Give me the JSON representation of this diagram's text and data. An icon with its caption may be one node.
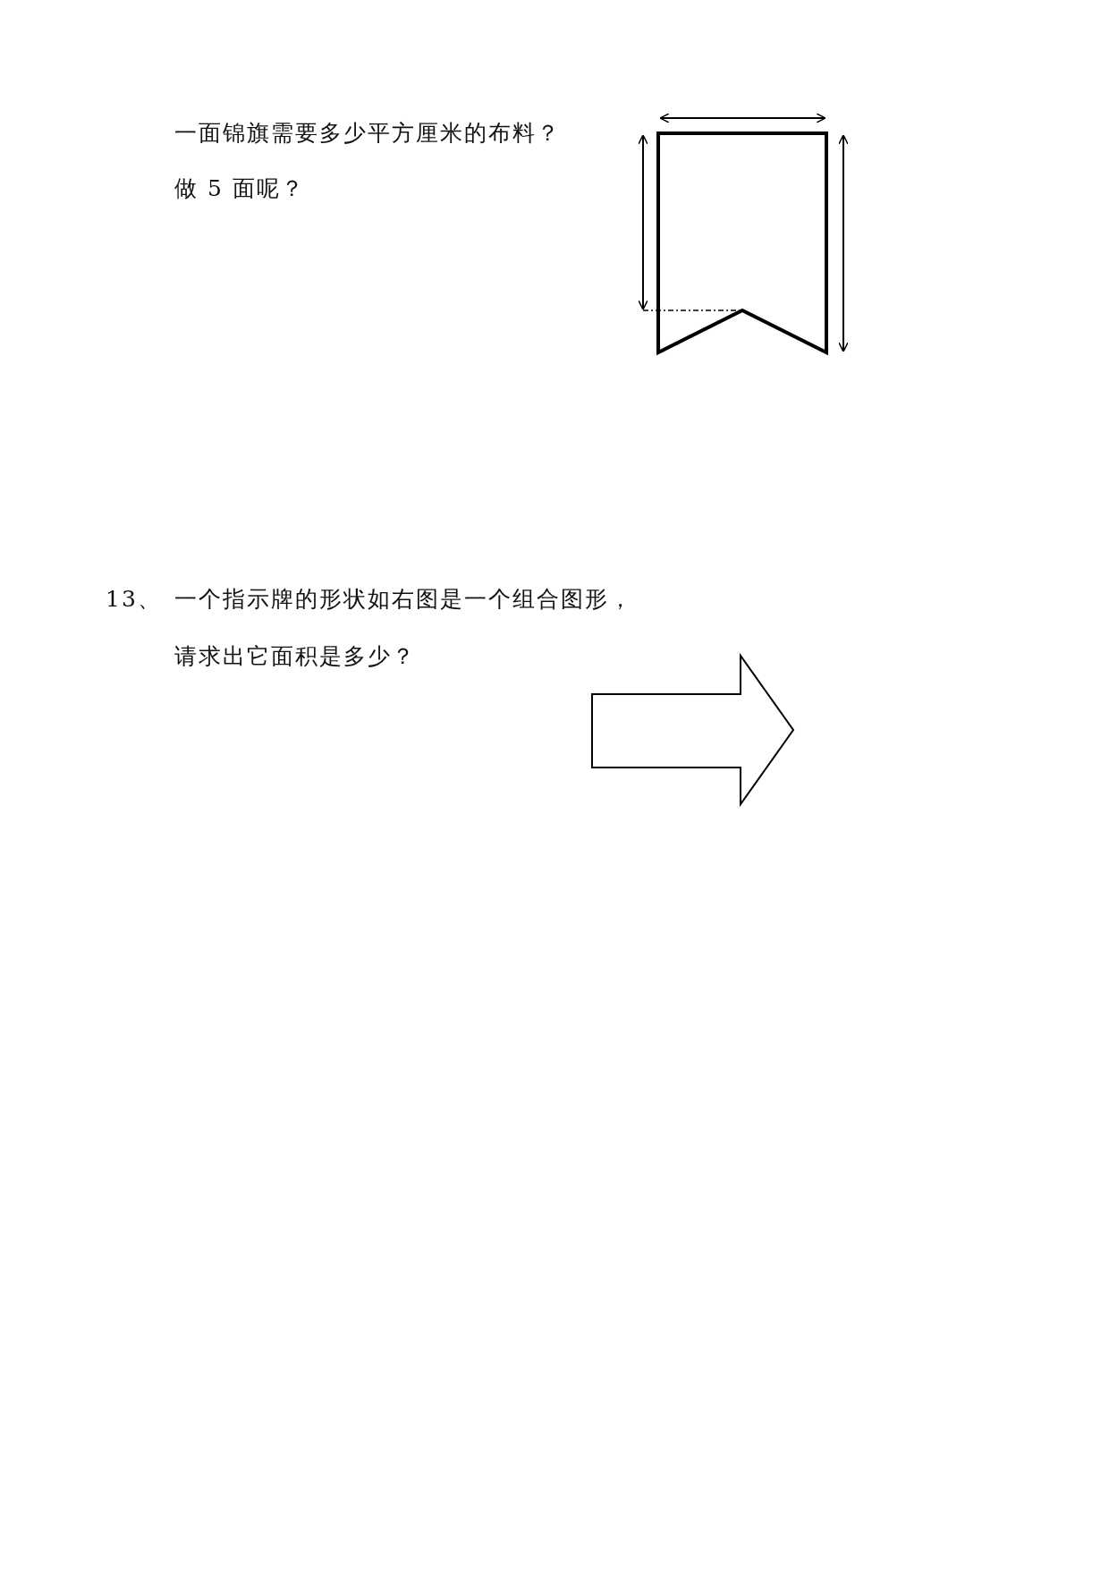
{
  "diagram": {
    "labels": [
      "一面锦旗需要多少平方厘米的布料？",
      "做 5 面呢？",
      "13、",
      "一个指示牌的形状如右图是一个组合图形，",
      "请求出它面积是多少？"
    ]
  }
}
